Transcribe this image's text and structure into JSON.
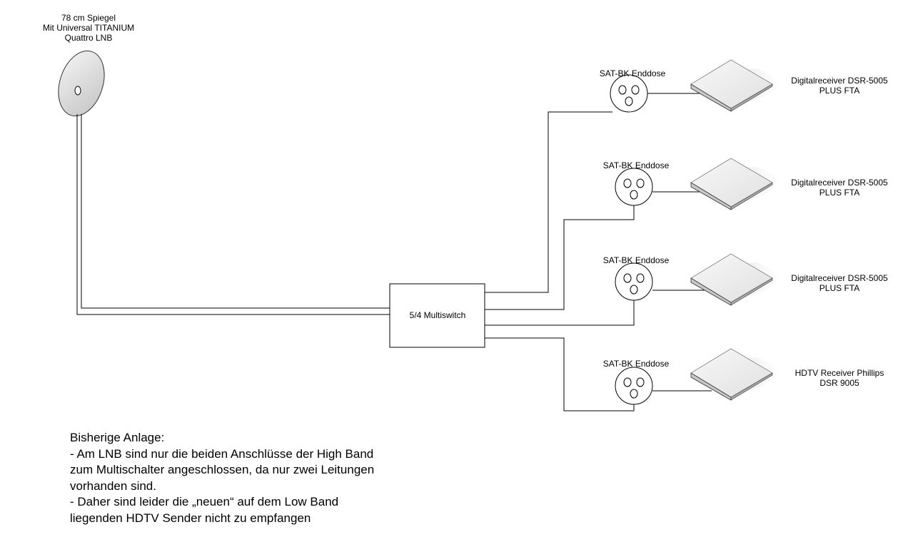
{
  "dish": {
    "lines": [
      "78 cm Spiegel",
      "Mit Universal TITANIUM",
      "Quattro LNB"
    ]
  },
  "multiswitch": {
    "label": "5/4 Multiswitch"
  },
  "outlets": [
    {
      "label": "SAT-BK Enddose",
      "receiver": [
        "Digitalreceiver DSR-5005",
        "PLUS FTA"
      ]
    },
    {
      "label": "SAT-BK Enddose",
      "receiver": [
        "Digitalreceiver DSR-5005",
        "PLUS FTA"
      ]
    },
    {
      "label": "SAT-BK Enddose",
      "receiver": [
        "Digitalreceiver DSR-5005",
        "PLUS FTA"
      ]
    },
    {
      "label": "SAT-BK Enddose",
      "receiver": [
        "HDTV Receiver Phillips",
        "DSR 9005"
      ]
    }
  ],
  "note": {
    "lines": [
      "Bisherige Anlage:",
      "- Am LNB sind nur die beiden Anschlüsse der High Band",
      "zum Multischalter angeschlossen, da nur zwei Leitungen",
      "vorhanden sind.",
      "- Daher sind leider die „neuen“ auf dem Low Band",
      "liegenden HDTV Sender nicht zu empfangen"
    ]
  },
  "colors": {
    "line": "#000000",
    "dish_fill": "#d8d8d8",
    "receiver_top": "#ececec",
    "receiver_side": "#c8c8c8"
  }
}
